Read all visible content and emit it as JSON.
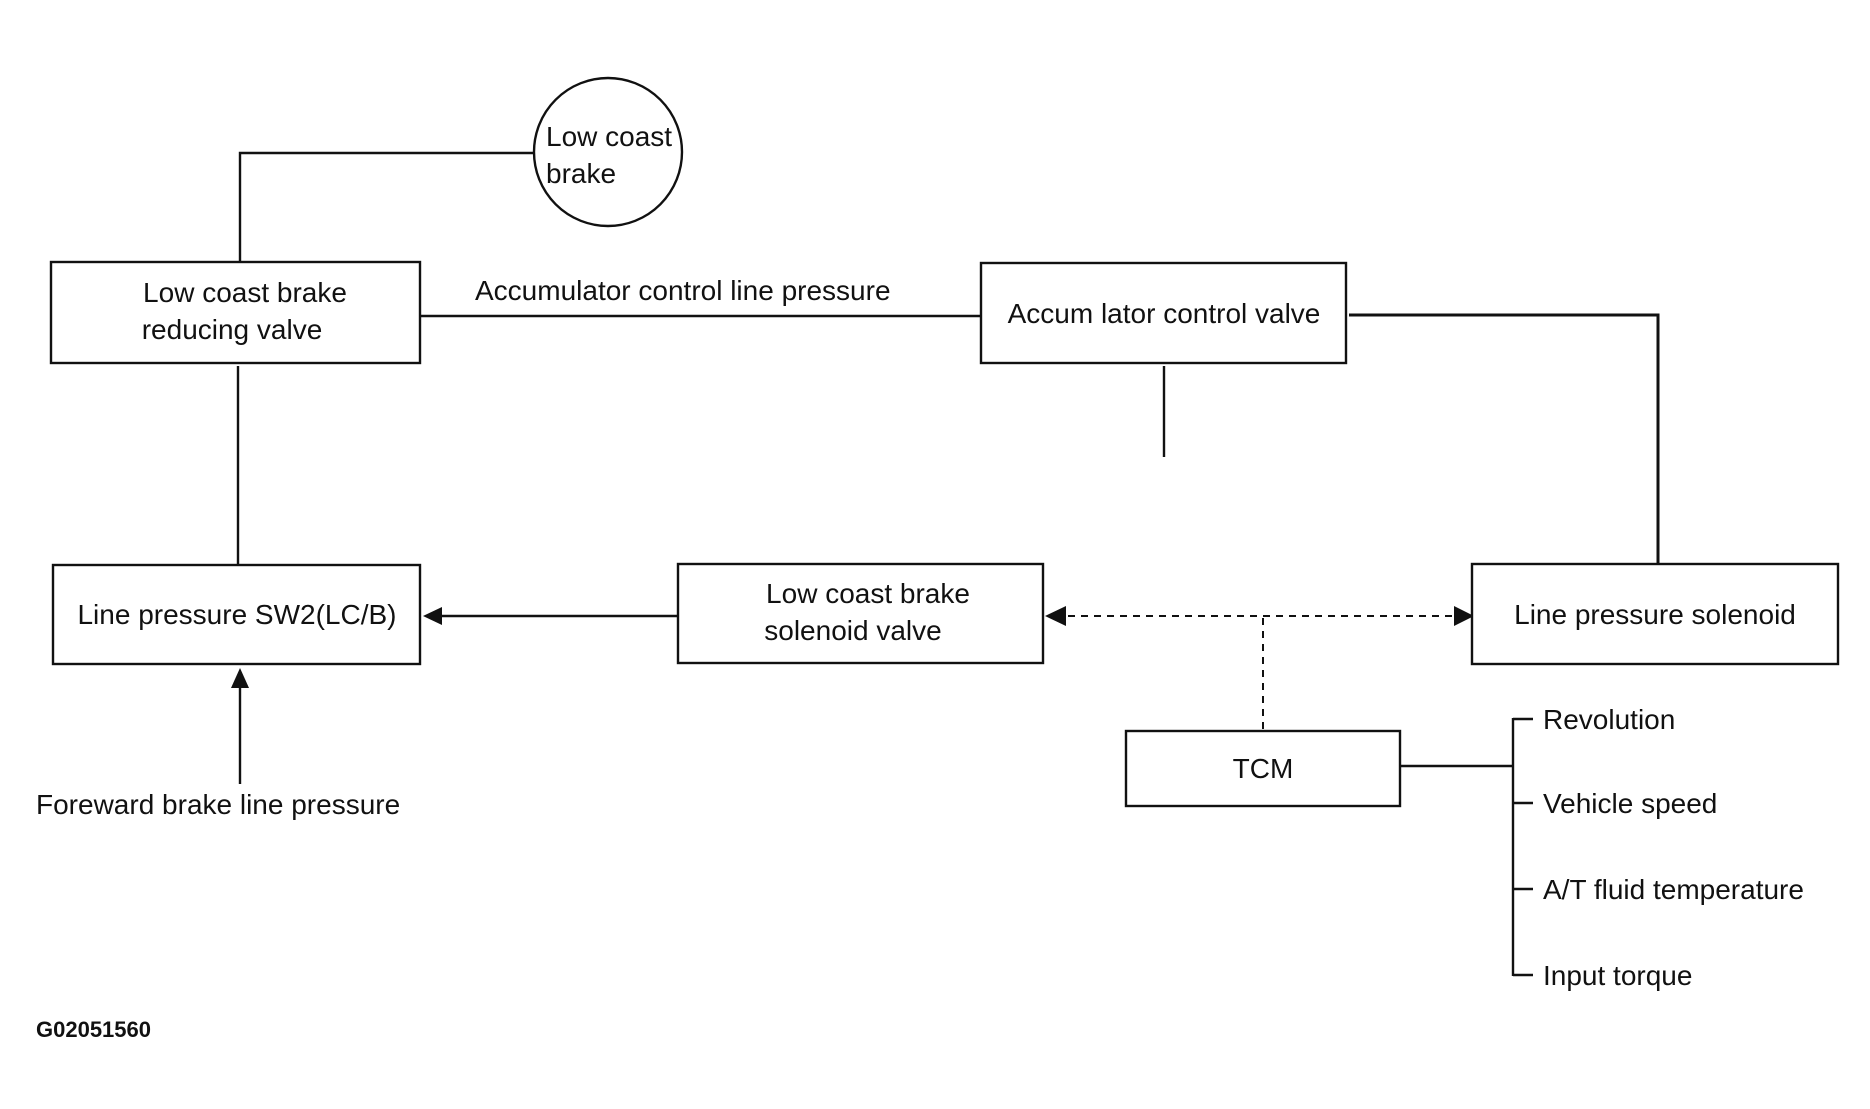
{
  "nodes": {
    "low_coast_brake": {
      "line1": "Low coast",
      "line2": "brake"
    },
    "reducing_valve": {
      "line1": "Low coast brake",
      "line2": "reducing valve"
    },
    "accumulator_valve": {
      "label": "Accum lator control valve"
    },
    "line_pressure_sw2": {
      "label": "Line pressure SW2(LC/B)"
    },
    "solenoid_valve": {
      "line1": "Low coast brake",
      "line2": "solenoid valve"
    },
    "line_pressure_solenoid": {
      "label": "Line pressure solenoid"
    },
    "tcm": {
      "label": "TCM"
    }
  },
  "labels": {
    "accumulator_line": "Accumulator control line pressure",
    "forward_brake": "Foreward brake line pressure",
    "figure_code": "G02051560"
  },
  "tcm_inputs": [
    "Revolution",
    "Vehicle speed",
    "A/T fluid temperature",
    "Input torque"
  ]
}
